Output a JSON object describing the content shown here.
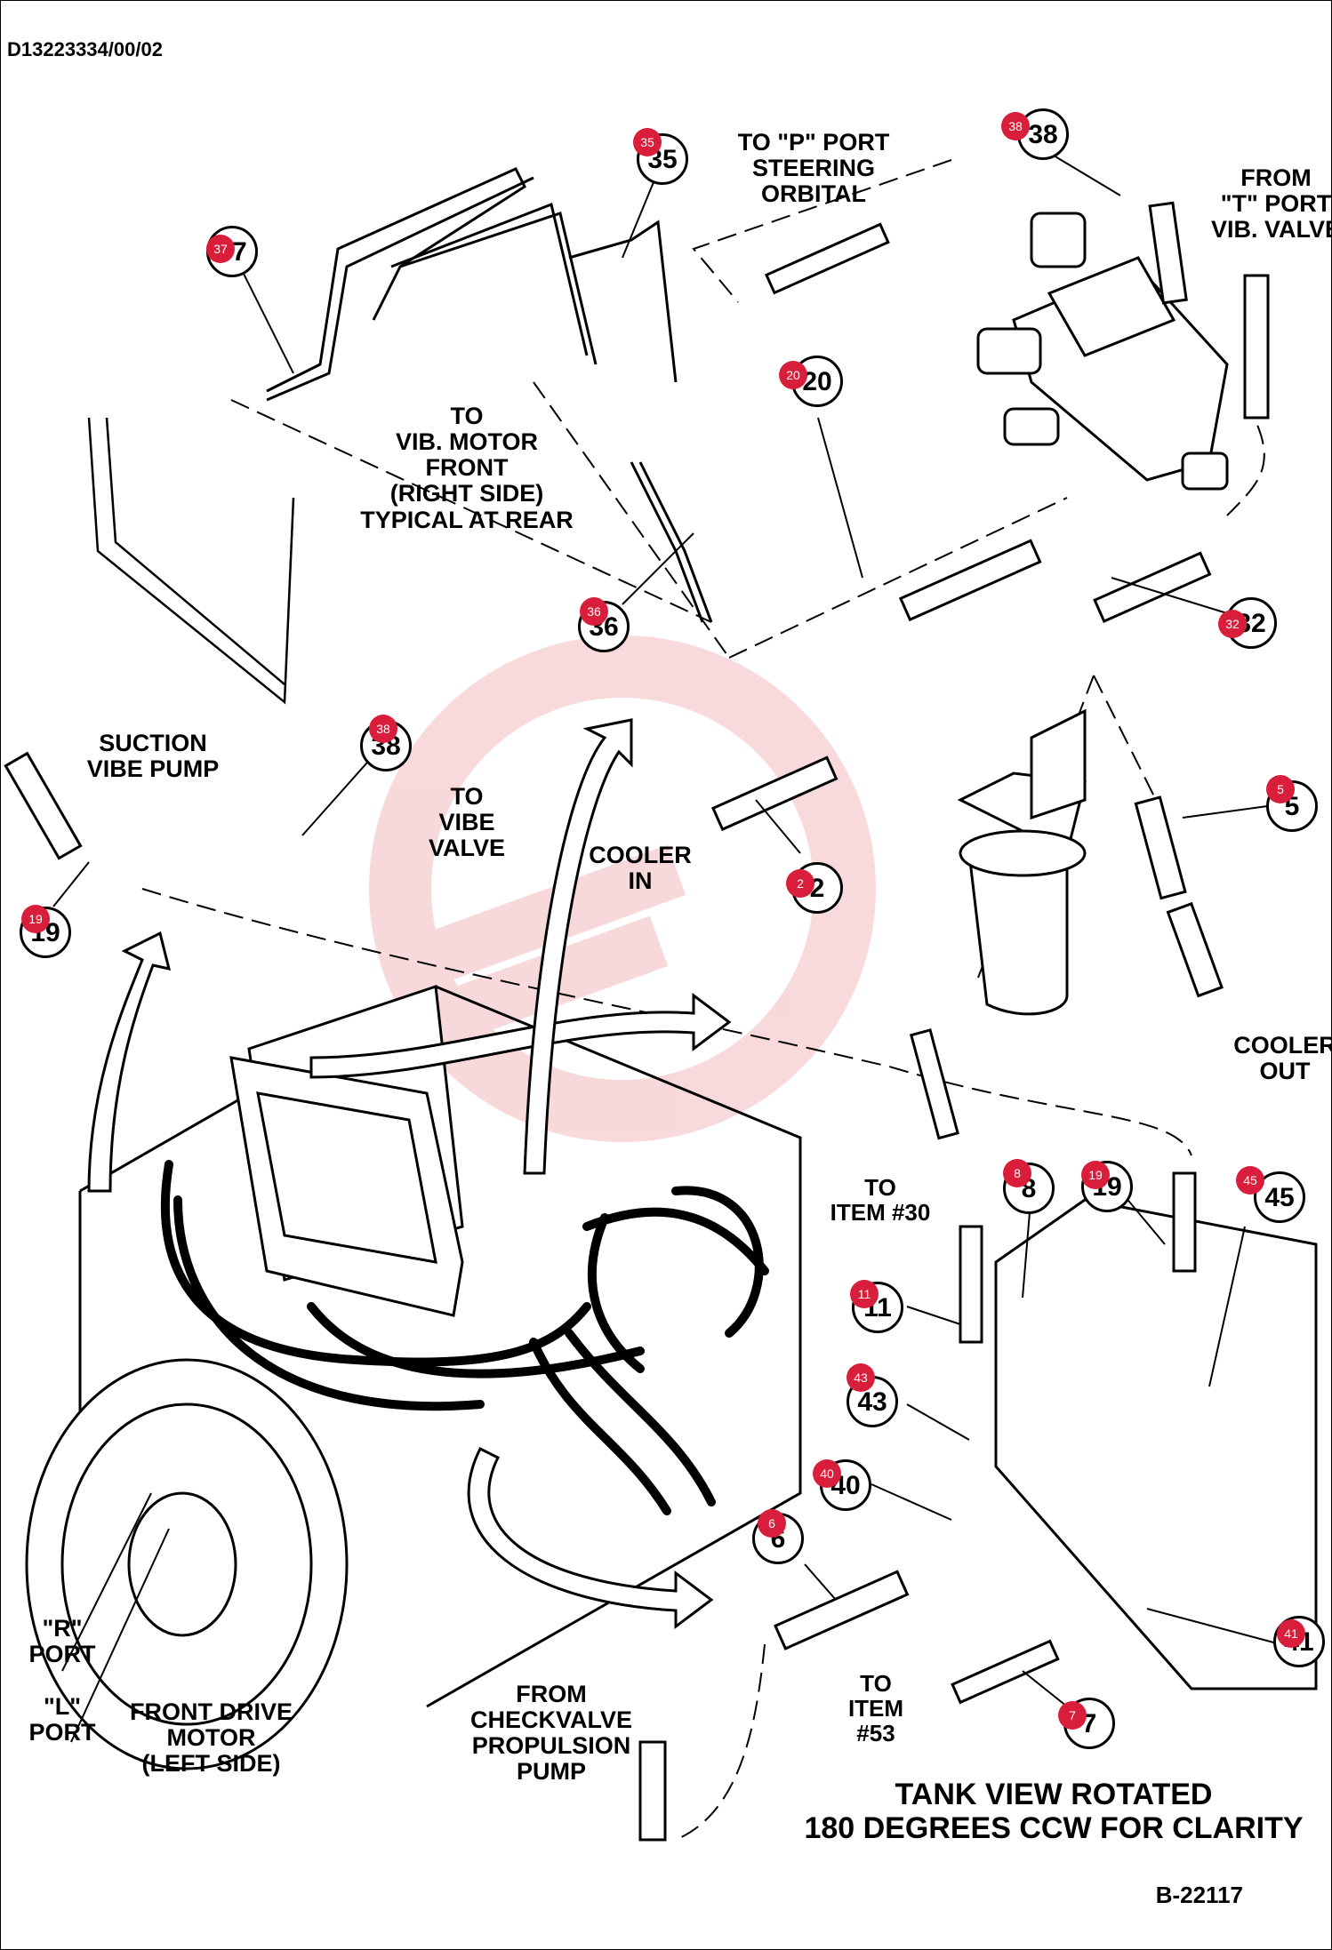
{
  "document_id": "D13223334/00/02",
  "figure_id": "B-22117",
  "caption": "TANK VIEW ROTATED\n180 DEGREES CCW FOR CLARITY",
  "labels": [
    {
      "id": "to-p-port",
      "text": "TO \"P\" PORT\nSTEERING\nORBITAL"
    },
    {
      "id": "from-t-port",
      "text": "FROM\n\"T\" PORT\nVIB. VALVE"
    },
    {
      "id": "to-vib-motor",
      "text": "TO\nVIB. MOTOR\nFRONT\n(RIGHT SIDE)\nTYPICAL AT REAR"
    },
    {
      "id": "suction-vibe-pump",
      "text": "SUCTION\nVIBE PUMP"
    },
    {
      "id": "to-vibe-valve",
      "text": "TO\nVIBE\nVALVE"
    },
    {
      "id": "cooler-in",
      "text": "COOLER\nIN"
    },
    {
      "id": "cooler-out",
      "text": "COOLER\nOUT"
    },
    {
      "id": "to-item-30",
      "text": "TO\nITEM #30"
    },
    {
      "id": "to-item-53",
      "text": "TO\nITEM\n#53"
    },
    {
      "id": "r-port",
      "text": "\"R\"\nPORT"
    },
    {
      "id": "l-port",
      "text": "\"L\"\nPORT"
    },
    {
      "id": "front-drive-motor",
      "text": "FRONT DRIVE\nMOTOR\n(LEFT SIDE)"
    },
    {
      "id": "from-checkvalve",
      "text": "FROM\nCHECKVALVE\nPROPULSION\nPUMP"
    }
  ],
  "callouts": [
    {
      "id": "c35",
      "number": "35"
    },
    {
      "id": "c38a",
      "number": "38"
    },
    {
      "id": "c37",
      "number": "37"
    },
    {
      "id": "c20",
      "number": "20"
    },
    {
      "id": "c36",
      "number": "36"
    },
    {
      "id": "c32",
      "number": "32"
    },
    {
      "id": "c38b",
      "number": "38"
    },
    {
      "id": "c5",
      "number": "5"
    },
    {
      "id": "c2",
      "number": "2"
    },
    {
      "id": "c19a",
      "number": "19"
    },
    {
      "id": "c8",
      "number": "8"
    },
    {
      "id": "c19b",
      "number": "19"
    },
    {
      "id": "c45",
      "number": "45"
    },
    {
      "id": "c11",
      "number": "11"
    },
    {
      "id": "c43",
      "number": "43"
    },
    {
      "id": "c40",
      "number": "40"
    },
    {
      "id": "c6",
      "number": "6"
    },
    {
      "id": "c41",
      "number": "41"
    },
    {
      "id": "c7",
      "number": "7"
    }
  ],
  "colors": {
    "marker": "#d81e3b",
    "watermark": "#f4c7ca",
    "line": "#000000"
  }
}
